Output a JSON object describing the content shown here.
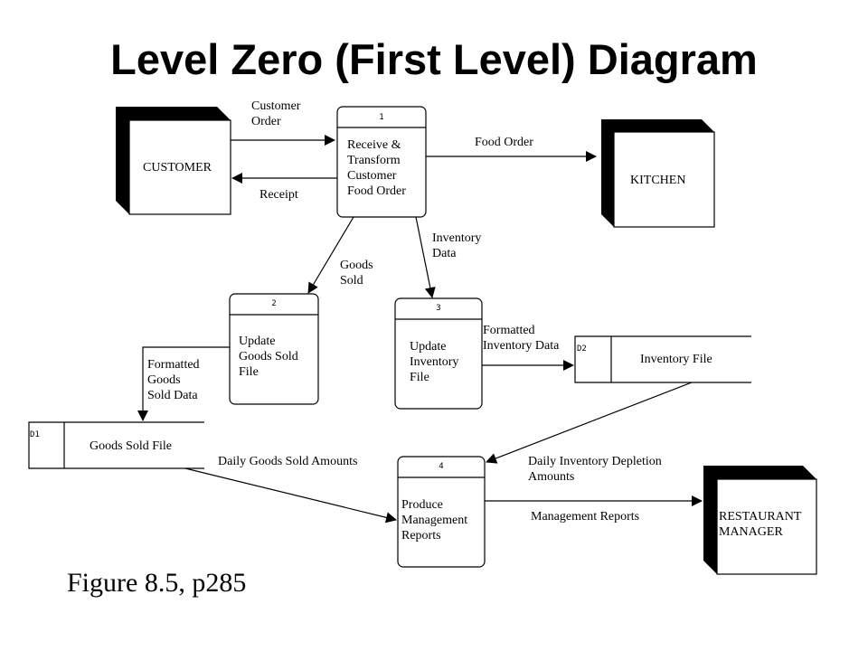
{
  "title": "Level Zero (First Level)  Diagram",
  "caption": "Figure  8.5, p285",
  "entities": {
    "customer": "CUSTOMER",
    "kitchen": "KITCHEN",
    "manager": [
      "RESTAURANT",
      "MANAGER"
    ]
  },
  "processes": {
    "p1": {
      "number": "1",
      "lines": [
        "Receive &",
        "Transform",
        "Customer",
        "Food Order"
      ]
    },
    "p2": {
      "number": "2",
      "lines": [
        "Update",
        "Goods Sold",
        "File"
      ]
    },
    "p3": {
      "number": "3",
      "lines": [
        "Update",
        "Inventory",
        "File"
      ]
    },
    "p4": {
      "number": "4",
      "lines": [
        "Produce",
        "Management",
        "Reports"
      ]
    }
  },
  "stores": {
    "d1": {
      "id": "D1",
      "name": "Goods Sold File"
    },
    "d2": {
      "id": "D2",
      "name": "Inventory File"
    }
  },
  "flows": {
    "customer_order": [
      "Customer",
      "Order"
    ],
    "receipt": "Receipt",
    "food_order": "Food Order",
    "inventory_data": [
      "Inventory",
      "Data"
    ],
    "goods_sold": [
      "Goods",
      "Sold"
    ],
    "formatted_goods_sold": [
      "Formatted",
      "Goods",
      "Sold Data"
    ],
    "formatted_inventory": [
      "Formatted",
      "Inventory Data"
    ],
    "daily_goods_sold": "Daily Goods Sold Amounts",
    "daily_inventory": [
      "Daily Inventory Depletion",
      "Amounts"
    ],
    "management_reports": "Management Reports"
  }
}
